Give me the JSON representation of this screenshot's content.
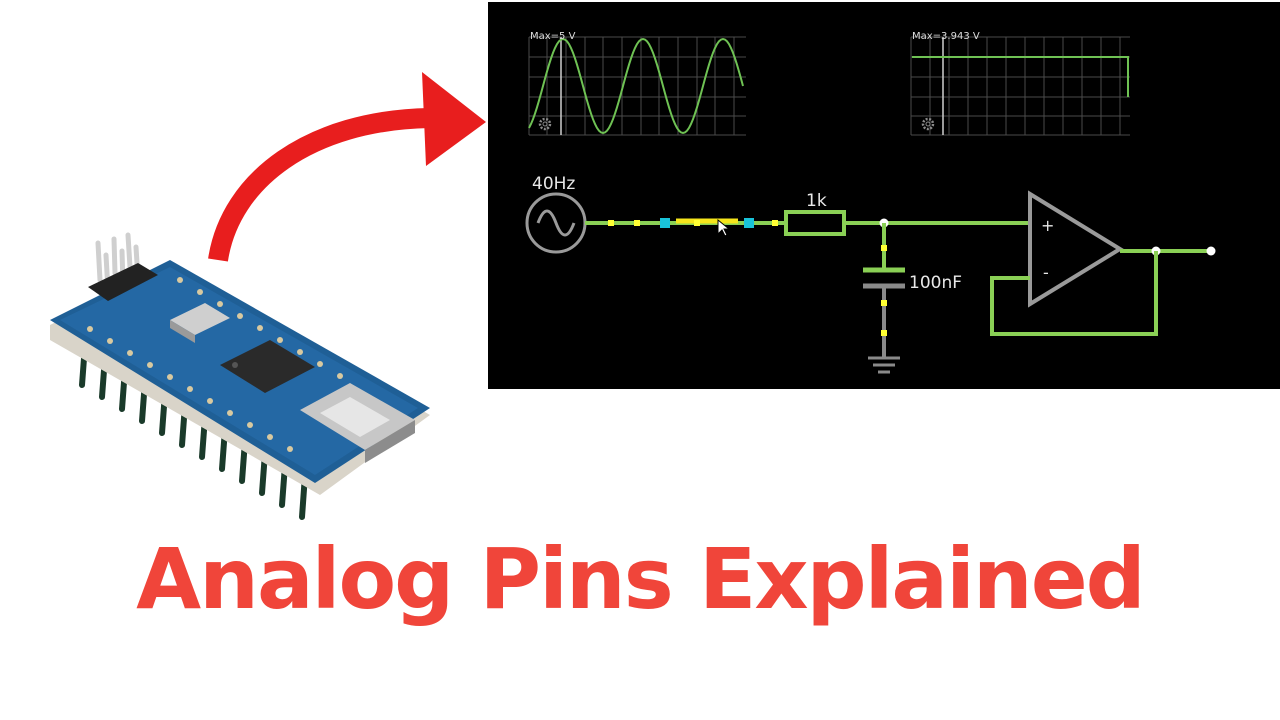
{
  "simulator": {
    "scope_left": {
      "label": "Max=5 V"
    },
    "scope_right": {
      "label": "Max=3.943 V"
    },
    "source": {
      "label": "40Hz"
    },
    "resistor": {
      "label": "1k"
    },
    "capacitor": {
      "label": "100nF"
    },
    "opamp": {
      "plus_sign": "+",
      "minus_sign": "-"
    },
    "colors": {
      "wire_active": "#8ad055",
      "wire_ground": "#8a8a8a",
      "switch_closed": "#f5e51b",
      "current_dot": "#ffff33",
      "junction_marker": "#19c3d9",
      "grid": "#4a4a4a"
    },
    "icons": [
      "settings-gear-icon",
      "sine-source-icon",
      "ground-icon",
      "mouse-cursor-icon"
    ]
  },
  "headline": {
    "text": "Analog Pins Explained",
    "color": "#f0453a"
  },
  "board": {
    "icon": "arduino-nano-board-image"
  },
  "arrow": {
    "icon": "curved-red-arrow",
    "color": "#e81e1e"
  }
}
